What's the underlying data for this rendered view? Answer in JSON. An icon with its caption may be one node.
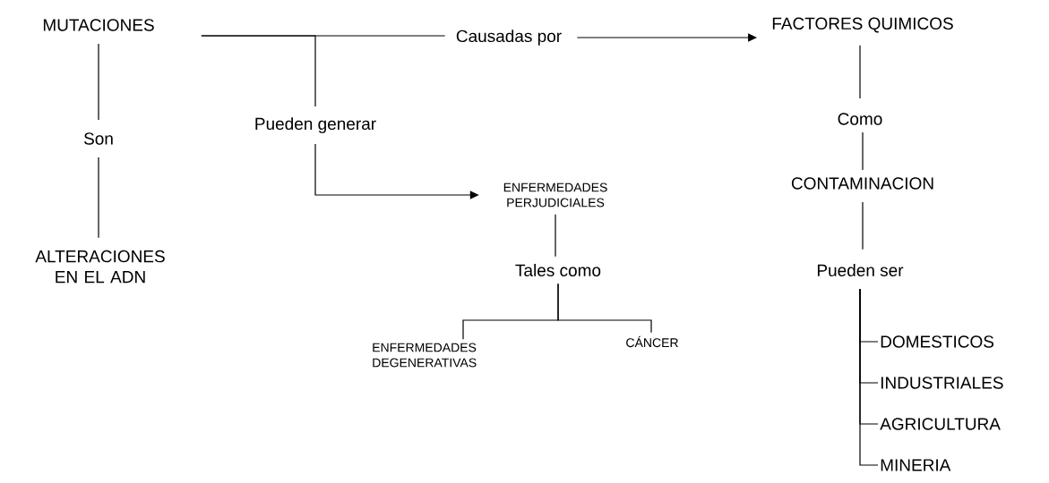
{
  "diagram": {
    "nodes": [
      {
        "text": [
          "MUTACIONES"
        ]
      },
      {
        "text": [
          "Son"
        ]
      },
      {
        "text": [
          "ALTERACIONES EN EL ADN"
        ]
      },
      {
        "text": [
          "Causadas por"
        ]
      },
      {
        "text": [
          "FACTORES QUIMICOS"
        ]
      },
      {
        "text": [
          "Pueden generar"
        ]
      },
      {
        "text": [
          "ENFERMEDADES PERJUDICIALES"
        ]
      },
      {
        "text": [
          "Tales como"
        ]
      },
      {
        "text": [
          "ENFERMEDADES DEGENERATIVAS"
        ]
      },
      {
        "text": [
          "CÁNCER"
        ]
      },
      {
        "text": [
          "Como"
        ]
      },
      {
        "text": [
          "CONTAMINACION"
        ]
      },
      {
        "text": [
          "Pueden ser"
        ]
      },
      {
        "text": [
          "DOMESTICOS"
        ]
      },
      {
        "text": [
          "INDUSTRIALES"
        ]
      },
      {
        "text": [
          "AGRICULTURA"
        ]
      },
      {
        "text": [
          "MINERIA"
        ]
      }
    ],
    "edges": [
      {
        "from": 0,
        "to": 1,
        "arrow": "none"
      },
      {
        "from": 1,
        "to": 2,
        "arrow": "none"
      },
      {
        "from": 0,
        "to": 3,
        "arrow": "none"
      },
      {
        "from": 0,
        "to": 5,
        "arrow": "none"
      },
      {
        "from": 3,
        "to": 4,
        "arrow": "to"
      },
      {
        "from": 5,
        "to": 6,
        "arrow": "to"
      },
      {
        "from": 6,
        "to": 7,
        "arrow": "none"
      },
      {
        "from": 7,
        "to": 8,
        "arrow": "none"
      },
      {
        "from": 7,
        "to": 9,
        "arrow": "none"
      },
      {
        "from": 4,
        "to": 10,
        "arrow": "none"
      },
      {
        "from": 10,
        "to": 11,
        "arrow": "none"
      },
      {
        "from": 11,
        "to": 12,
        "arrow": "none"
      },
      {
        "from": 12,
        "to": 13,
        "arrow": "none"
      },
      {
        "from": 12,
        "to": 14,
        "arrow": "none"
      },
      {
        "from": 12,
        "to": 15,
        "arrow": "none"
      },
      {
        "from": 12,
        "to": 16,
        "arrow": "none"
      }
    ]
  }
}
